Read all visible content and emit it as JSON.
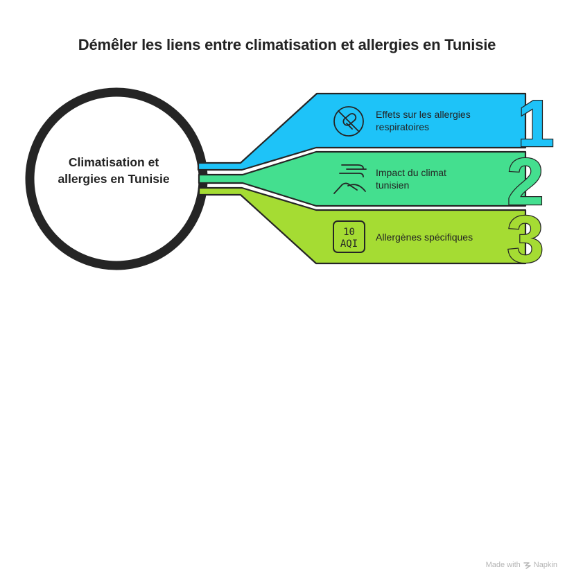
{
  "title": "Démêler les liens entre climatisation et allergies en Tunisie",
  "center": {
    "label": "Climatisation et allergies en Tunisie"
  },
  "items": [
    {
      "number": "1",
      "label": "Effets sur les allergies respiratoires",
      "icon": "no-pill-icon",
      "color": "#1ec3f8"
    },
    {
      "number": "2",
      "label": "Impact du climat tunisien",
      "icon": "wind-landscape-icon",
      "color": "#44df8f"
    },
    {
      "number": "3",
      "label": "Allergènes spécifiques",
      "icon": "aqi-icon",
      "color": "#a5dc33",
      "icon_text_top": "10",
      "icon_text_bottom": "AQI"
    }
  ],
  "watermark": {
    "prefix": "Made with",
    "brand": "Napkin"
  },
  "colors": {
    "outline": "#252525",
    "text": "#232323"
  }
}
